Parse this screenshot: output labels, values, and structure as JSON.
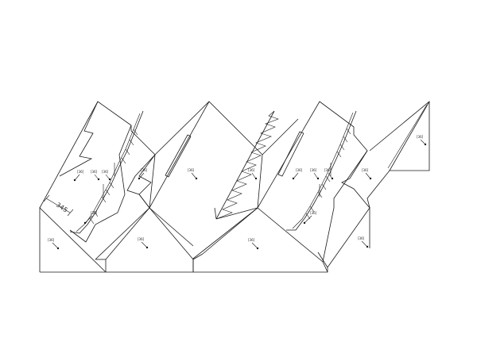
{
  "drawing": {
    "dimension_label": "345",
    "part_tags": [
      "[36]",
      "[36]",
      "[36]",
      "[36]",
      "[36]",
      "[36]",
      "[36]",
      "[36]",
      "[36]",
      "[36]",
      "[36]",
      "[36]",
      "[36]",
      "[36]",
      "[36]",
      "[36]"
    ]
  }
}
